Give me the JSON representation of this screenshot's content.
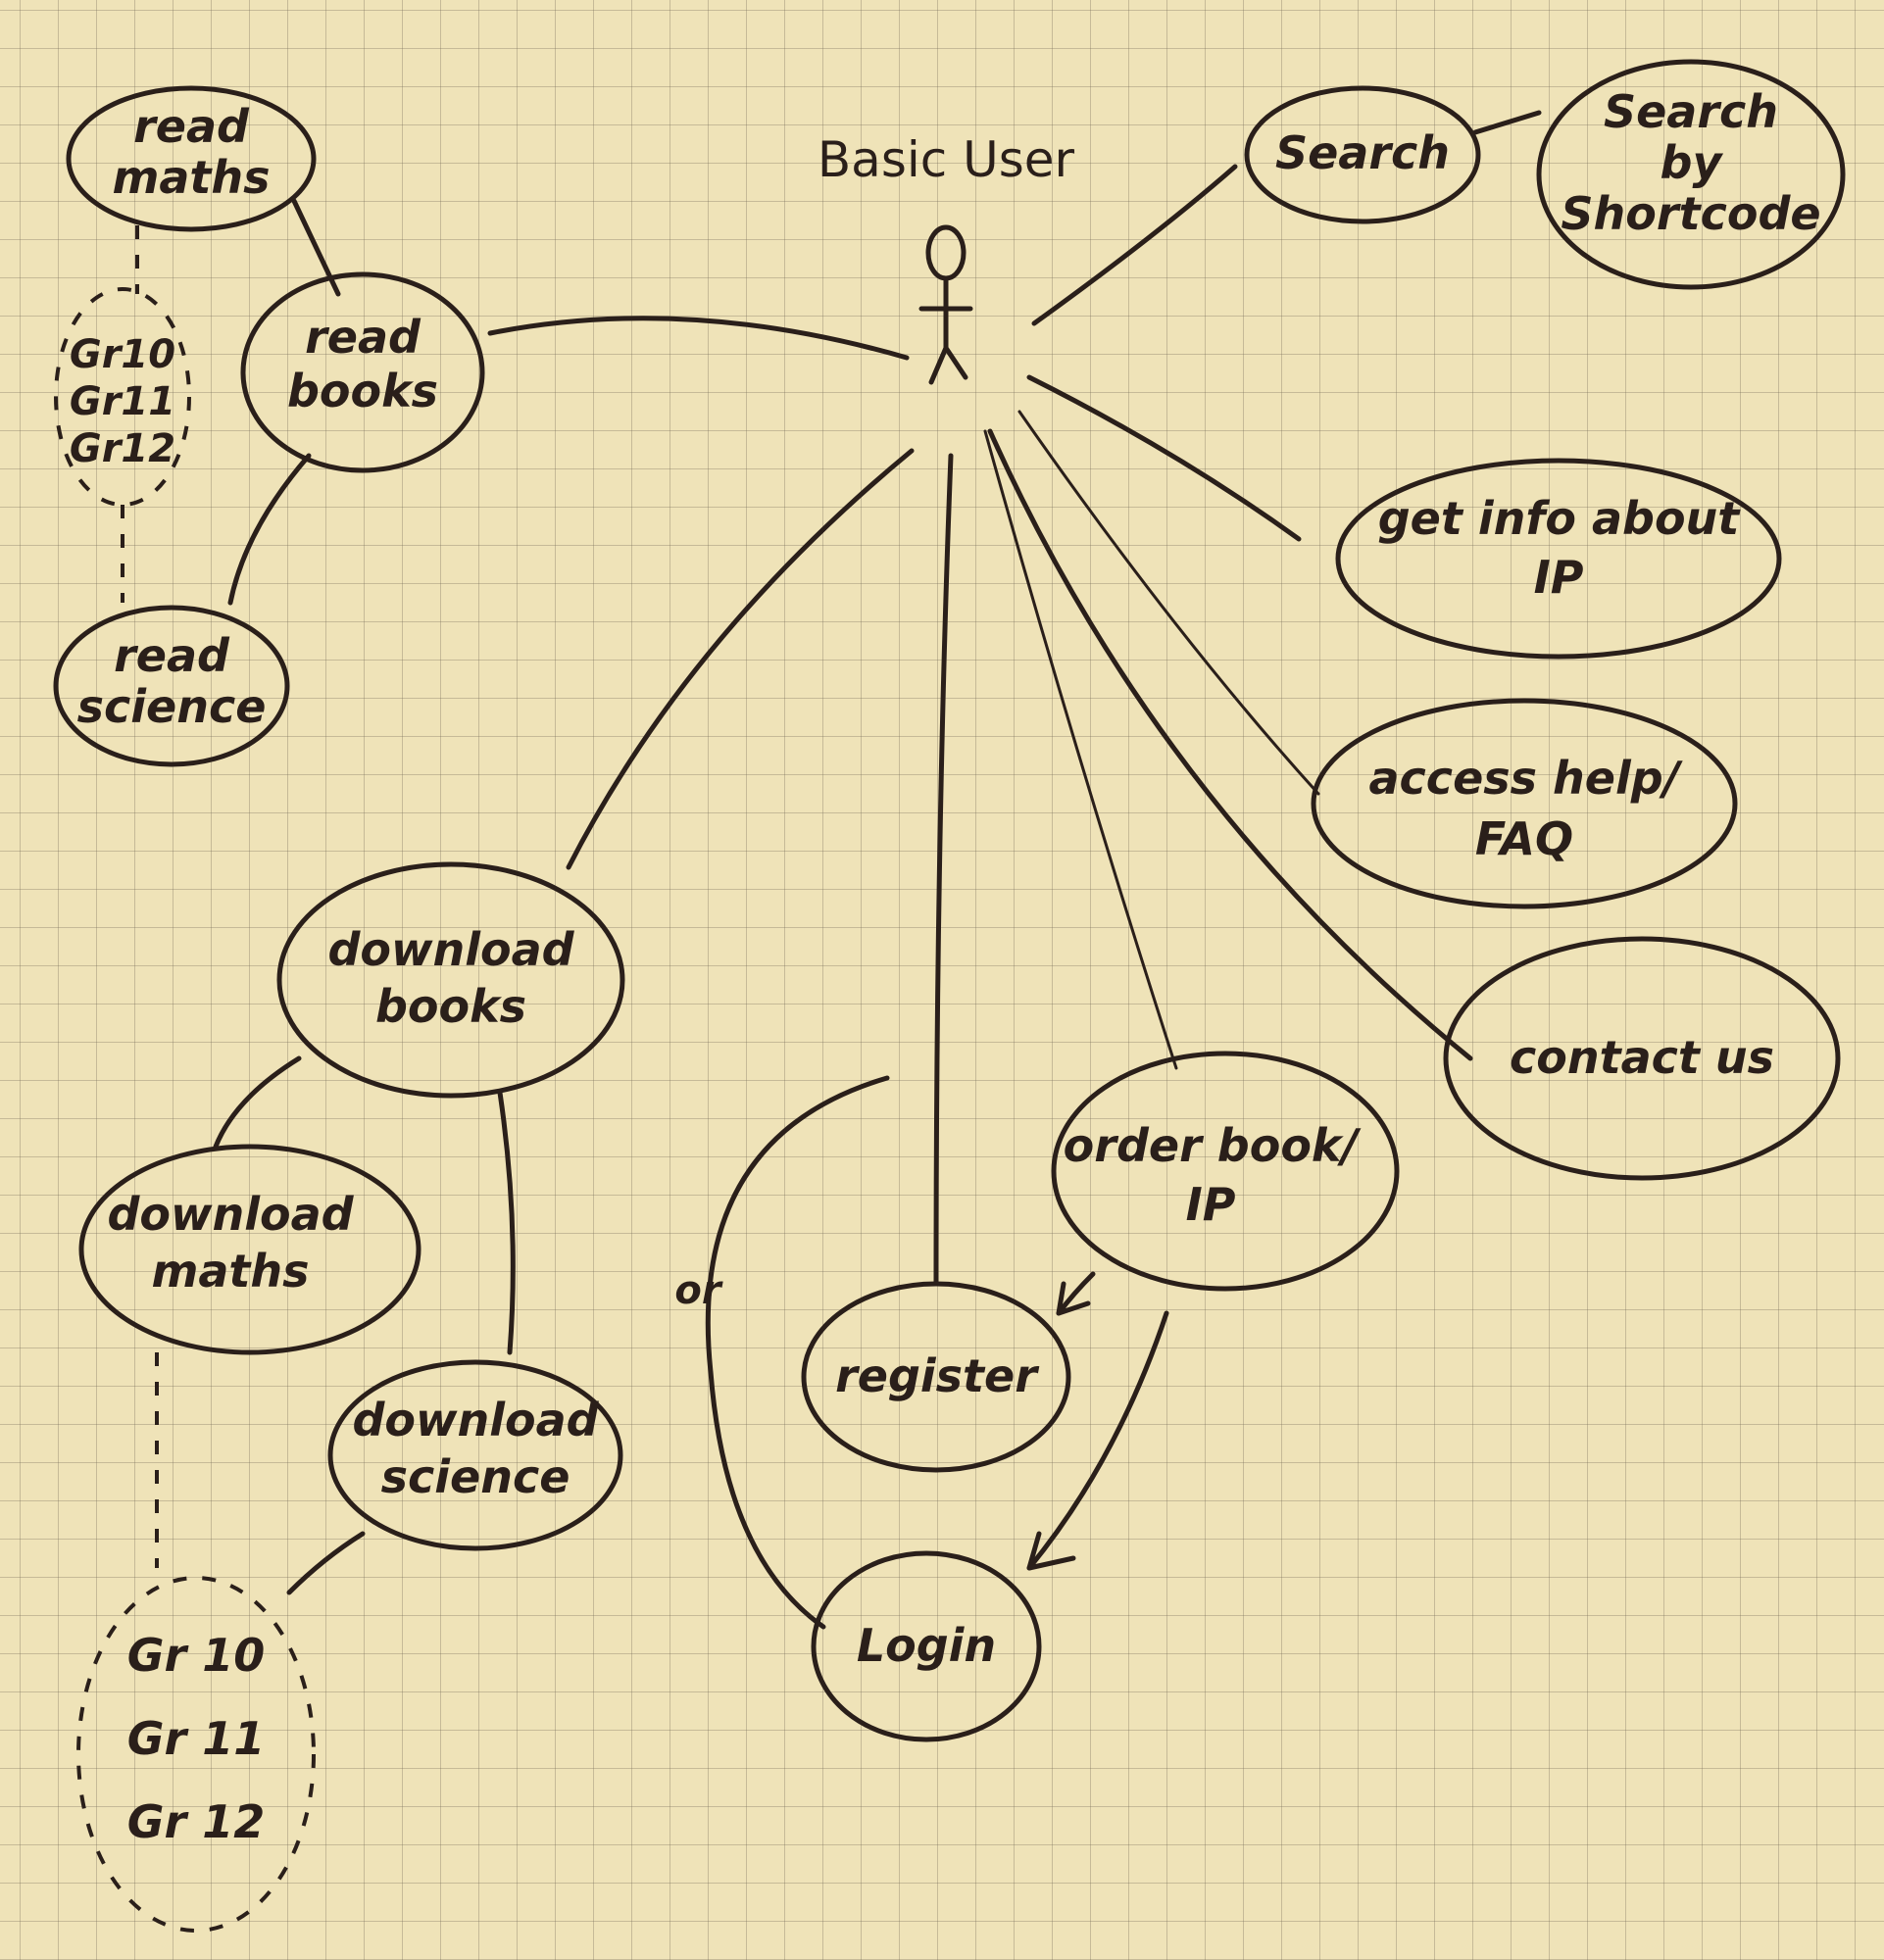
{
  "actor": {
    "label": "Basic User"
  },
  "nodes": {
    "read_maths": "read maths",
    "read_books": "read books",
    "read_science": "read science",
    "search": "Search",
    "search_shortcode": "Search by Shortcode",
    "get_info_ip": "get info about IP",
    "access_help": "access help/ FAQ",
    "contact_us": "contact us",
    "download_books": "download books",
    "download_maths": "download maths",
    "download_science": "download science",
    "order_book": "order book/ IP",
    "register": "register",
    "login": "Login",
    "or_mark": "or"
  },
  "grades_top": [
    "Gr10",
    "Gr11",
    "Gr12"
  ],
  "grades_bottom": [
    "Gr 10",
    "Gr 11",
    "Gr 12"
  ]
}
